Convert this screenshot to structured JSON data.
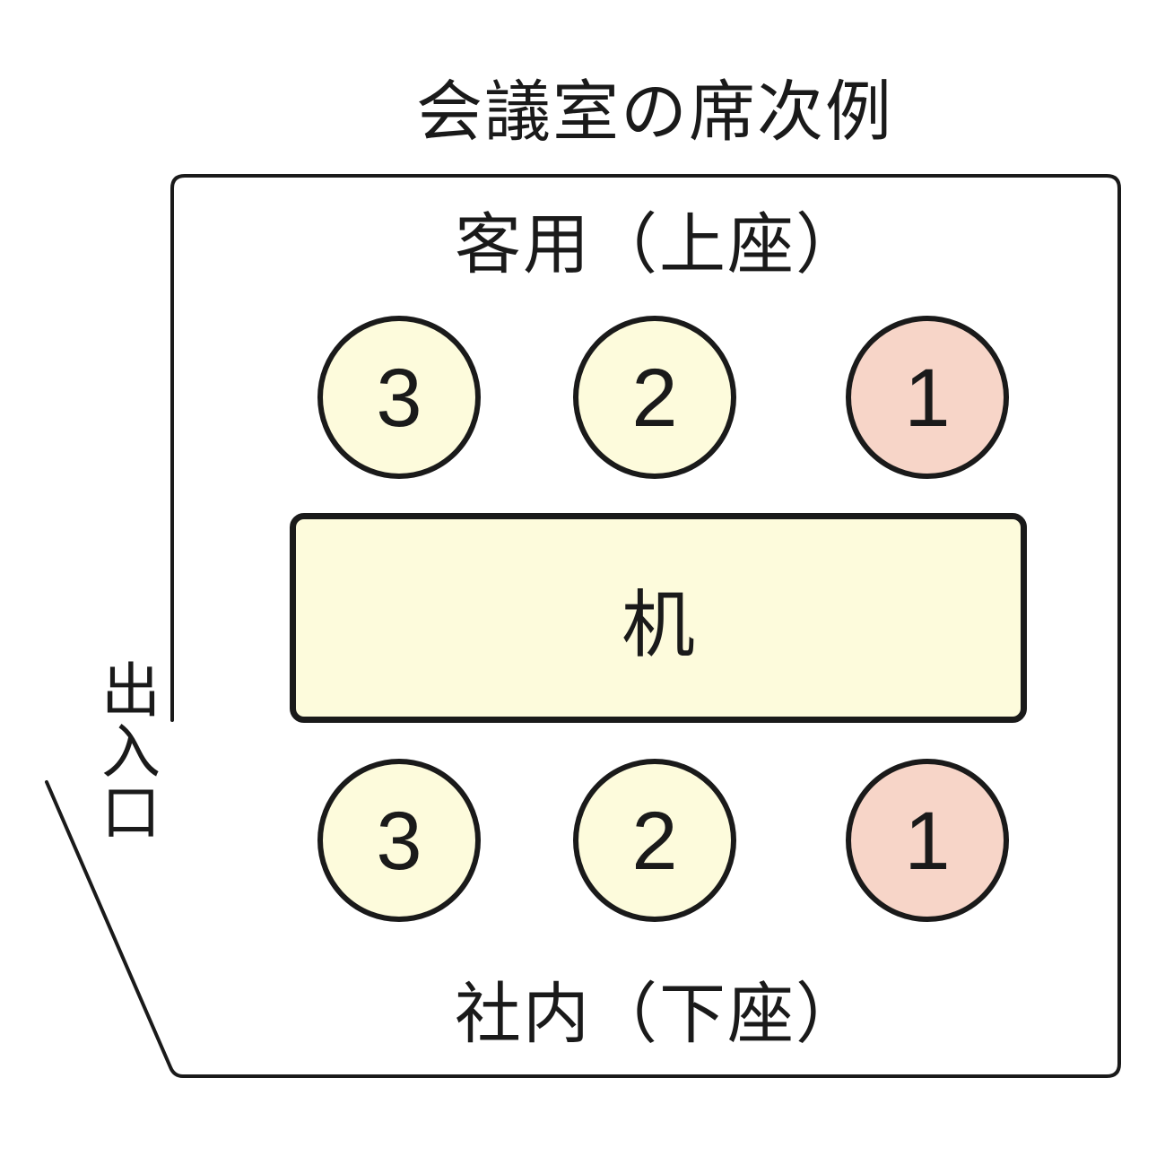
{
  "title": "会議室の席次例",
  "guest_side_label": "客用（上座）",
  "host_side_label": "社内（下座）",
  "entrance_label": "出入口",
  "table_label": "机",
  "colors": {
    "line": "#1a1a1a",
    "seat_fill": "#fdfbdc",
    "top_seat_fill": "#f7d5c8"
  },
  "top_row": [
    {
      "label": "3",
      "highlight": false
    },
    {
      "label": "2",
      "highlight": false
    },
    {
      "label": "1",
      "highlight": true
    }
  ],
  "bottom_row": [
    {
      "label": "3",
      "highlight": false
    },
    {
      "label": "2",
      "highlight": false
    },
    {
      "label": "1",
      "highlight": true
    }
  ]
}
